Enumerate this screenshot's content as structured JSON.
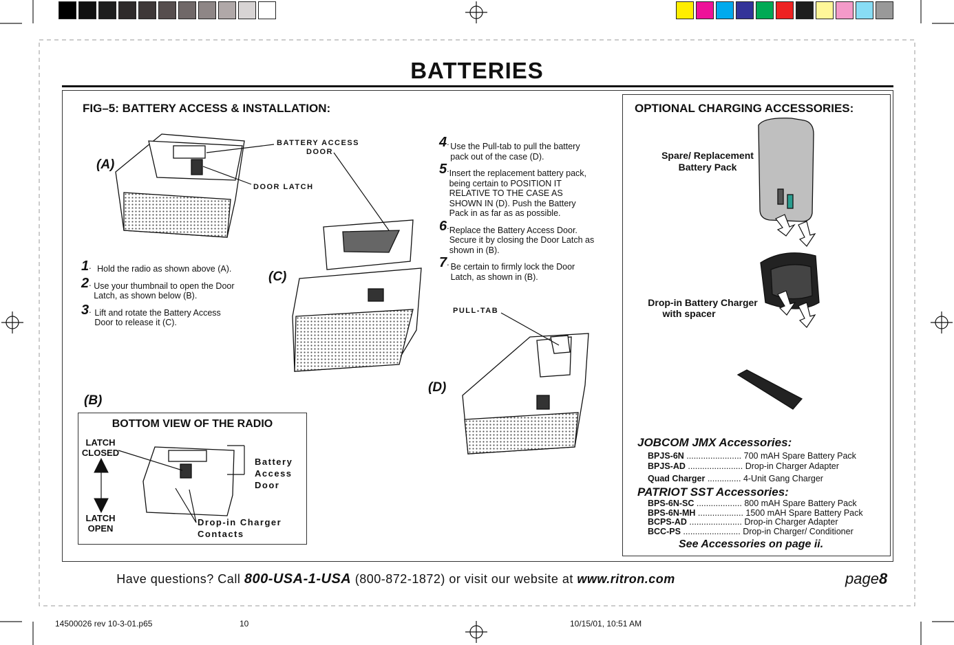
{
  "swatches": {
    "gray": [
      "#000000",
      "#101010",
      "#1e1e1e",
      "#2e2a2a",
      "#3e3838",
      "#564e4e",
      "#706868",
      "#8e8686",
      "#b0a8a8",
      "#d8d4d4",
      "#ffffff"
    ],
    "color": [
      "#ffee00",
      "#ee1199",
      "#00aaee",
      "#333399",
      "#00aa55",
      "#ee2222",
      "#1e1e1e",
      "#fff799",
      "#f49ac9",
      "#88ddf5",
      "#999999"
    ]
  },
  "page_title": "BATTERIES",
  "figure": {
    "title": "FIG–5:  BATTERY ACCESS & INSTALLATION:",
    "panel_a": "(A)",
    "panel_b": "(B)",
    "panel_c": "(C)",
    "panel_d": "(D)",
    "battery_access_door": "BATTERY  ACCESS",
    "battery_access_door_2": "DOOR",
    "door_latch": "DOOR  LATCH",
    "pull_tab": "PULL-TAB",
    "steps_left": [
      {
        "num": "1",
        "text": "Hold the radio as shown above (A)."
      },
      {
        "num": "2",
        "text": "Use your thumbnail to open the Door Latch, as shown below (B)."
      },
      {
        "num": "3",
        "text": "Lift and rotate the Battery Access Door to release it (C)."
      }
    ],
    "steps_right": [
      {
        "num": "4",
        "text": "Use the Pull-tab to pull the battery pack out of the case (D)."
      },
      {
        "num": "5",
        "text": "Insert the replacement battery pack, being certain to POSITION IT RELATIVE TO THE CASE AS SHOWN IN (D). Push the Battery Pack in as far as as possible."
      },
      {
        "num": "6",
        "text": "Replace the Battery Access Door. Secure it by closing the Door Latch as shown in (B)."
      },
      {
        "num": "7",
        "text": "Be certain to firmly lock the Door Latch, as shown in (B)."
      }
    ]
  },
  "bottom_view": {
    "title": "BOTTOM VIEW OF THE RADIO",
    "latch_closed_1": "LATCH",
    "latch_closed_2": "CLOSED",
    "latch_open_1": "LATCH",
    "latch_open_2": "OPEN",
    "door_lbl_1": "Battery",
    "door_lbl_2": "Access",
    "door_lbl_3": "Door",
    "contacts_1": "Drop-in  Charger",
    "contacts_2": "Contacts"
  },
  "accessories": {
    "title": "OPTIONAL CHARGING ACCESSORIES:",
    "spare_1": "Spare/ Replacement",
    "spare_2": "Battery  Pack",
    "charger_1": "Drop-in  Battery  Charger",
    "charger_2": "with  spacer",
    "jobcom_title": "JOBCOM JMX  Accessories:",
    "jobcom": [
      {
        "code": "BPJS-6N",
        "dots": " .......................",
        "desc": "700 mAH Spare Battery Pack"
      },
      {
        "code": "BPJS-AD",
        "dots": " .......................",
        "desc": "Drop-in Charger Adapter"
      },
      {
        "code": "Quad Charger",
        "dots": " ..............",
        "desc": "4-Unit Gang Charger"
      }
    ],
    "patriot_title": "PATRIOT SST  Accessories:",
    "patriot": [
      {
        "code": "BPS-6N-SC",
        "dots": " ...................",
        "desc": "800 mAH Spare Battery Pack"
      },
      {
        "code": "BPS-6N-MH",
        "dots": " ...................",
        "desc": "1500 mAH Spare Battery Pack"
      },
      {
        "code": "BCPS-AD",
        "dots": " ......................",
        "desc": "Drop-in Charger Adapter"
      },
      {
        "code": "BCC-PS",
        "dots": " ........................",
        "desc": "Drop-in Charger/ Conditioner"
      }
    ],
    "see_more": "See Accessories on page ii."
  },
  "footer": {
    "pre": "Have questions?  Call ",
    "phone": "800-USA-1-USA",
    "mid": " (800-872-1872) or visit our website at ",
    "site": "www.ritron.com",
    "page_word": "page",
    "page_num": "8"
  },
  "slug": {
    "file": "14500026 rev 10-3-01.p65",
    "pg": "10",
    "date": "10/15/01, 10:51 AM"
  }
}
